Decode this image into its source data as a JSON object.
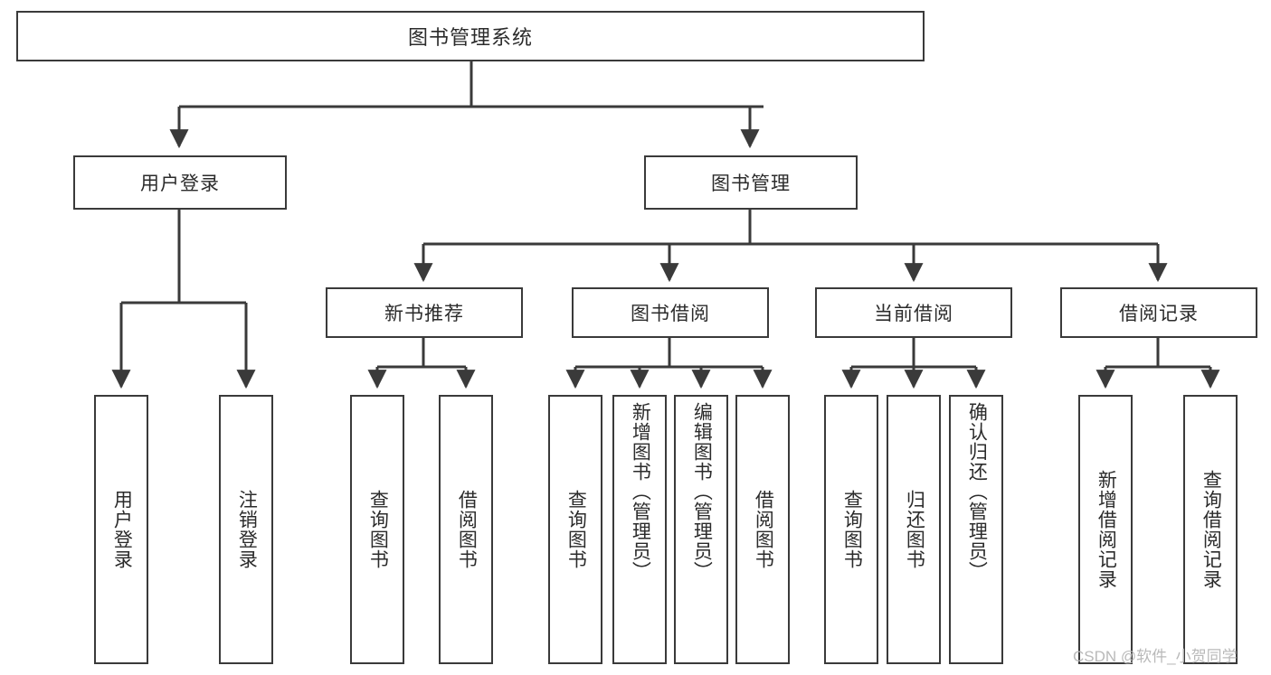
{
  "diagram": {
    "type": "tree",
    "title": "图书管理系统",
    "root": {
      "label": "图书管理系统",
      "children": [
        {
          "label": "用户登录",
          "children": [
            {
              "label": "用户登录"
            },
            {
              "label": "注销登录"
            }
          ]
        },
        {
          "label": "图书管理",
          "children": [
            {
              "label": "新书推荐",
              "children": [
                {
                  "label": "查询图书"
                },
                {
                  "label": "借阅图书"
                }
              ]
            },
            {
              "label": "图书借阅",
              "children": [
                {
                  "label": "查询图书"
                },
                {
                  "label": "新增图书（管理员）"
                },
                {
                  "label": "编辑图书（管理员）"
                },
                {
                  "label": "借阅图书"
                }
              ]
            },
            {
              "label": "当前借阅",
              "children": [
                {
                  "label": "查询图书"
                },
                {
                  "label": "归还图书"
                },
                {
                  "label": "确认归还（管理员）"
                }
              ]
            },
            {
              "label": "借阅记录",
              "children": [
                {
                  "label": "新增借阅记录"
                },
                {
                  "label": "查询借阅记录"
                }
              ]
            }
          ]
        }
      ]
    }
  },
  "nodes": {
    "root": "图书管理系统",
    "user_login": "用户登录",
    "book_manage": "图书管理",
    "new_book_rec": "新书推荐",
    "book_borrow": "图书借阅",
    "current_borrow": "当前借阅",
    "borrow_record": "借阅记录",
    "leaf_user_login": "用户登录",
    "leaf_logout": "注销登录",
    "leaf_rec_query": "查询图书",
    "leaf_rec_borrow": "借阅图书",
    "leaf_borrow_query": "查询图书",
    "leaf_borrow_add": "新增图书（管理员）",
    "leaf_borrow_edit": "编辑图书（管理员）",
    "leaf_borrow_borrow": "借阅图书",
    "leaf_cur_query": "查询图书",
    "leaf_cur_return": "归还图书",
    "leaf_cur_confirm": "确认归还（管理员）",
    "leaf_rec_add": "新增借阅记录",
    "leaf_rec_query2": "查询借阅记录"
  },
  "watermark": {
    "text": "CSDN @软件_小贺同学"
  },
  "colors": {
    "stroke": "#3a3a3a",
    "text": "#2b2b2b",
    "background": "#ffffff",
    "watermark": "#b9b9b9"
  }
}
